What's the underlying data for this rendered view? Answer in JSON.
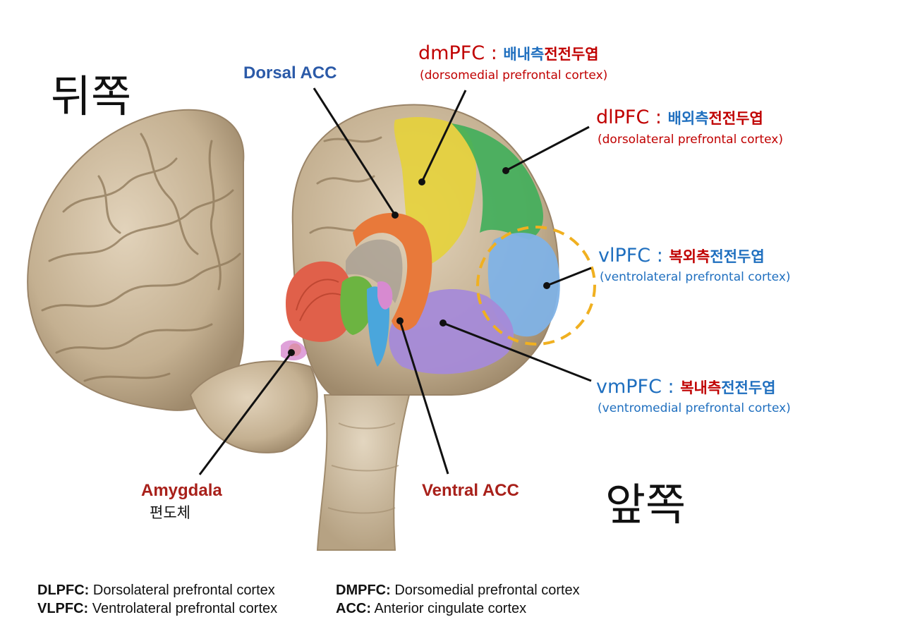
{
  "directions": {
    "back": "뒤쪽",
    "front": "앞쪽"
  },
  "labels": {
    "dorsal_acc": "Dorsal ACC",
    "ventral_acc": "Ventral ACC",
    "amygdala_en": "Amygdala",
    "amygdala_ko": "편도체",
    "dmpfc": {
      "abbr": "dmPFC",
      "sep": " : ",
      "ko_a": "배내측",
      "ko_b": "전전두엽",
      "full": "(dorsomedial prefrontal cortex)"
    },
    "dlpfc": {
      "abbr": "dlPFC",
      "sep": " : ",
      "ko_a": "배외측",
      "ko_b": "전전두엽",
      "full": "(dorsolateral prefrontal cortex)"
    },
    "vlpfc": {
      "abbr": "vlPFC",
      "sep": " : ",
      "ko_a": "복외측",
      "ko_b": "전전두엽",
      "full": "(ventrolateral prefrontal cortex)"
    },
    "vmpfc": {
      "abbr": "vmPFC",
      "sep": " :  ",
      "ko_a": "복내측",
      "ko_b": "전전두엽",
      "full": "(ventromedial prefrontal cortex)"
    }
  },
  "legend": [
    {
      "abbr": "DLPFC:",
      "desc": " Dorsolateral prefrontal cortex"
    },
    {
      "abbr": "VLPFC:",
      "desc": " Ventrolateral prefrontal cortex"
    },
    {
      "abbr": "DMPFC:",
      "desc": " Dorsomedial prefrontal cortex"
    },
    {
      "abbr": "ACC:",
      "desc": " Anterior cingulate cortex"
    }
  ],
  "colors": {
    "tissue": "#c9b79c",
    "tissue_dark": "#a8957a",
    "dmpfc": "#e6d23a",
    "dlpfc": "#3fae5a",
    "vlpfc": "#7fb2e6",
    "vmpfc": "#a58ad8",
    "acc": "#e8793a",
    "hippocampus": "#e0604a",
    "thalamus_green": "#6cb441",
    "thalamus_blue": "#4aa6dc",
    "pink": "#d78ad0",
    "highlight_circle": "#f0b020"
  }
}
